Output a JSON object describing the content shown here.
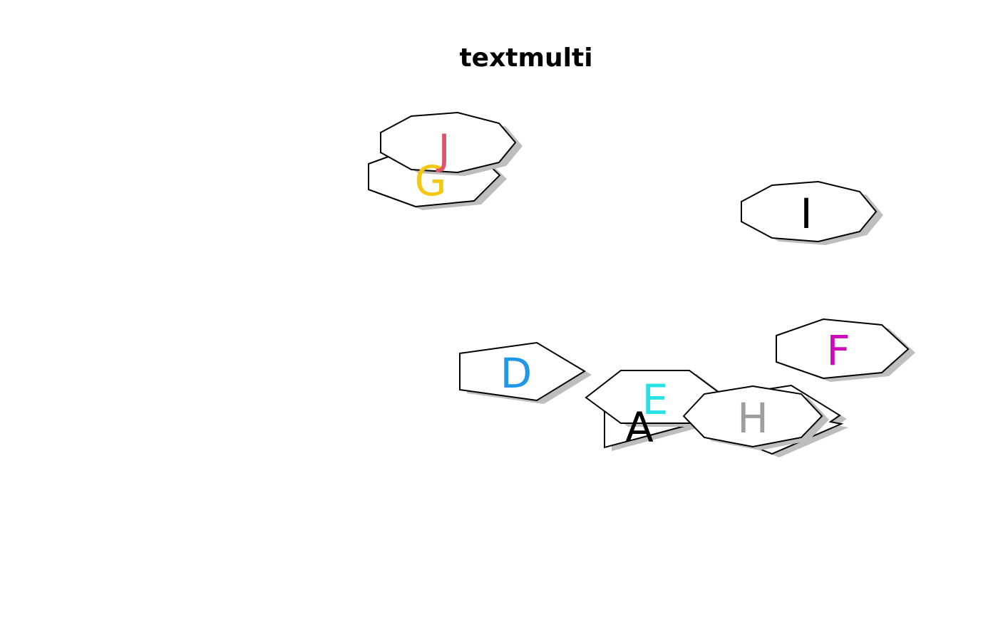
{
  "chart_data": {
    "type": "scatter",
    "title": "textmulti",
    "xlabel": "",
    "ylabel": "",
    "grid": false,
    "shadow_color": "#BEBEBE",
    "points": [
      {
        "label": "A",
        "color": "#000000",
        "shape_sides": 3
      },
      {
        "label": "D",
        "color": "#2297E6",
        "shape_sides": 5
      },
      {
        "label": "E",
        "color": "#28E2E5",
        "shape_sides": 6
      },
      {
        "label": "F",
        "color": "#CD0BBC",
        "shape_sides": 7
      },
      {
        "label": "G",
        "color": "#F5C710",
        "shape_sides": 7
      },
      {
        "label": "H",
        "color": "#9E9E9E",
        "shape_sides": 8
      },
      {
        "label": "I",
        "color": "#000000",
        "shape_sides": 9
      },
      {
        "label": "J",
        "color": "#DF536B",
        "shape_sides": 9
      }
    ]
  }
}
